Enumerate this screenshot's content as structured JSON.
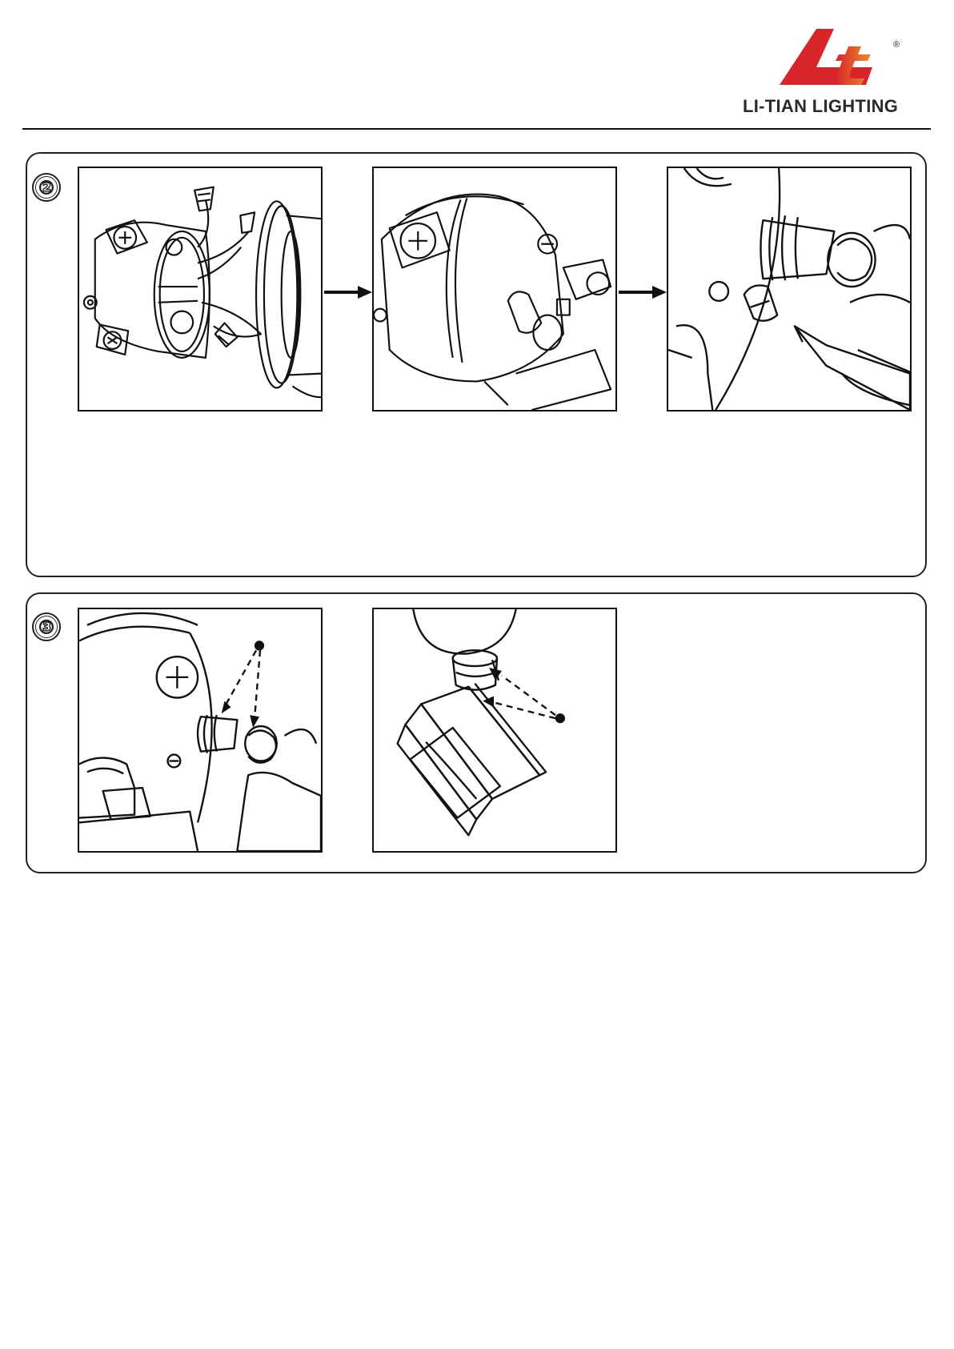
{
  "header": {
    "brand_name": "LI-TIAN LIGHTING",
    "registered_mark": "®",
    "logo_icon": "lt-logo-icon"
  },
  "colors": {
    "logo_red": "#d7262a",
    "logo_orange": "#f08a2a",
    "line": "#111111"
  },
  "sections": [
    {
      "step": "②",
      "panels": [
        "junction-box-wiring",
        "fixture-mounted",
        "screwdriver-tightening"
      ],
      "arrows": [
        "arrow-right-icon",
        "arrow-right-icon"
      ]
    },
    {
      "step": "③",
      "panels": [
        "adjust-lamp-head",
        "adjust-sensor-head"
      ]
    }
  ]
}
